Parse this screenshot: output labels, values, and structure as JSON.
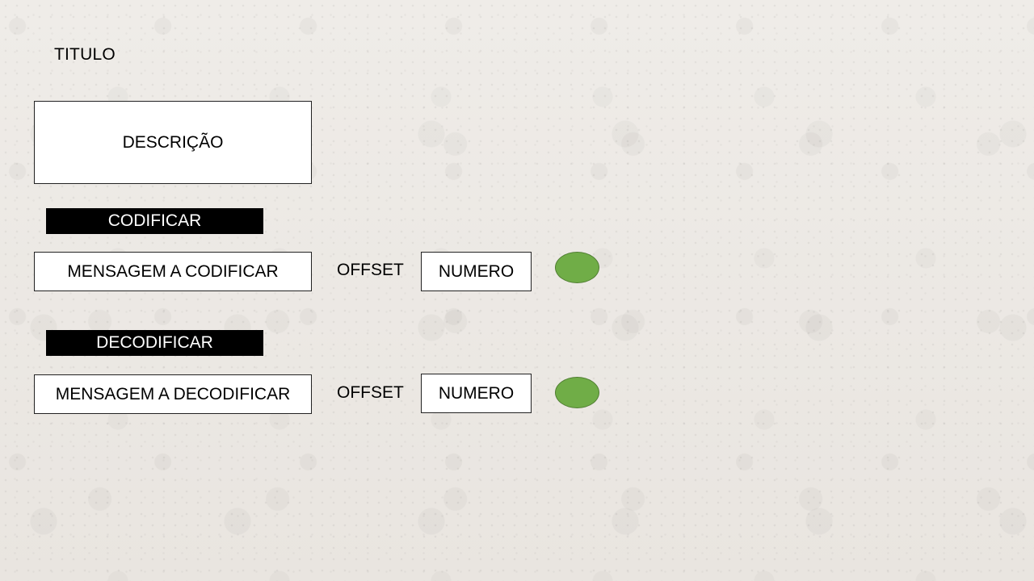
{
  "page": {
    "title": "TITULO",
    "description": "DESCRIÇÃO"
  },
  "encode": {
    "section_label": "CODIFICAR",
    "message_placeholder": "MENSAGEM A CODIFICAR",
    "offset_label": "OFFSET",
    "number_placeholder": "NUMERO",
    "submit_color": "#70ad47"
  },
  "decode": {
    "section_label": "DECODIFICAR",
    "message_placeholder": "MENSAGEM A DECODIFICAR",
    "offset_label": "OFFSET",
    "number_placeholder": "NUMERO",
    "submit_color": "#70ad47"
  },
  "colors": {
    "background": "#ebe7e2",
    "section_bar": "#000000",
    "action_button": "#70ad47"
  }
}
